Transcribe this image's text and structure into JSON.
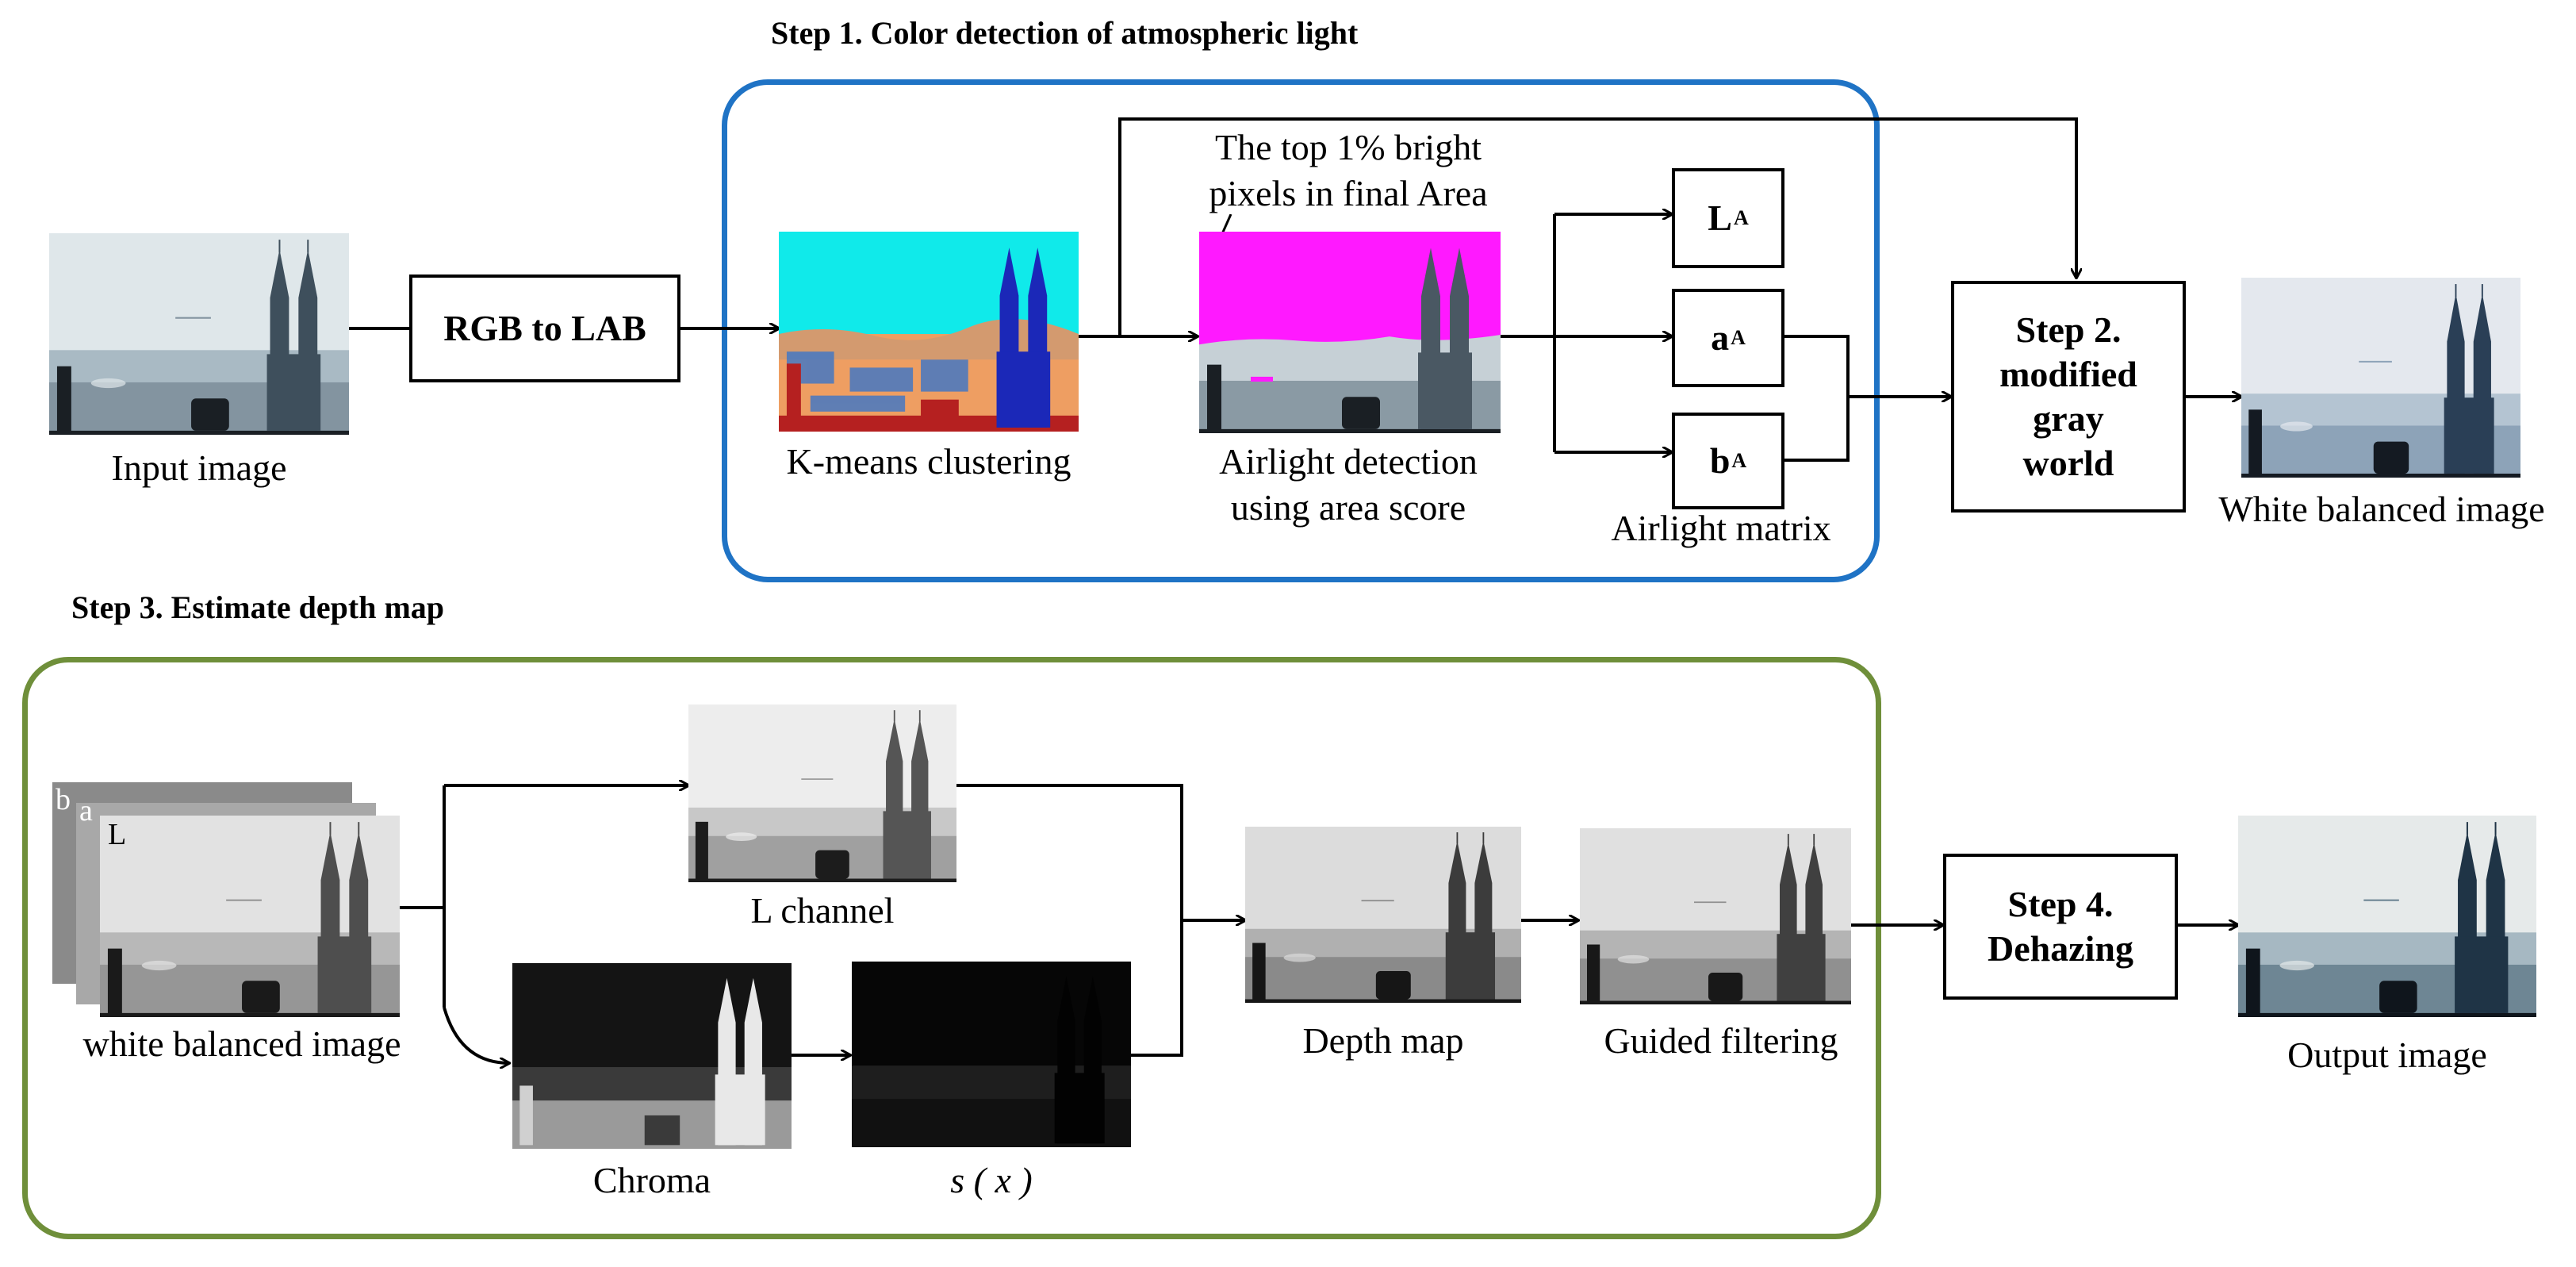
{
  "step1": {
    "heading": "Step 1. Color detection of atmospheric light",
    "rgb_to_lab": "RGB to LAB",
    "top_pixels": [
      "The top 1% bright",
      "pixels in final Area"
    ],
    "captions": {
      "input": "Input image",
      "kmeans": "K-means clustering",
      "airlight": [
        "Airlight detection",
        "using area score"
      ],
      "airlight_matrix": "Airlight matrix"
    },
    "matrix": [
      {
        "main": "L",
        "sub": "A"
      },
      {
        "main": "a",
        "sub": "A"
      },
      {
        "main": "b",
        "sub": "A"
      }
    ]
  },
  "step2": {
    "lines": [
      "Step 2.",
      "modified",
      "gray",
      "world"
    ],
    "caption": "White balanced image"
  },
  "step3": {
    "heading": "Step 3. Estimate depth map",
    "layer_labels": [
      "b",
      "a",
      "L"
    ],
    "captions": {
      "white_balanced": "white balanced image",
      "l_channel": "L channel",
      "chroma": "Chroma",
      "sx": "s ( x )",
      "depth": "Depth map",
      "guided": "Guided filtering"
    }
  },
  "step4": {
    "lines": [
      "Step 4.",
      "Dehazing"
    ],
    "caption": "Output image"
  },
  "colors": {
    "step1_border": "#1f73c5",
    "step3_border": "#6f8f3a",
    "cyan_cluster": "#10eaea",
    "magenta_area": "#ff19ff"
  }
}
